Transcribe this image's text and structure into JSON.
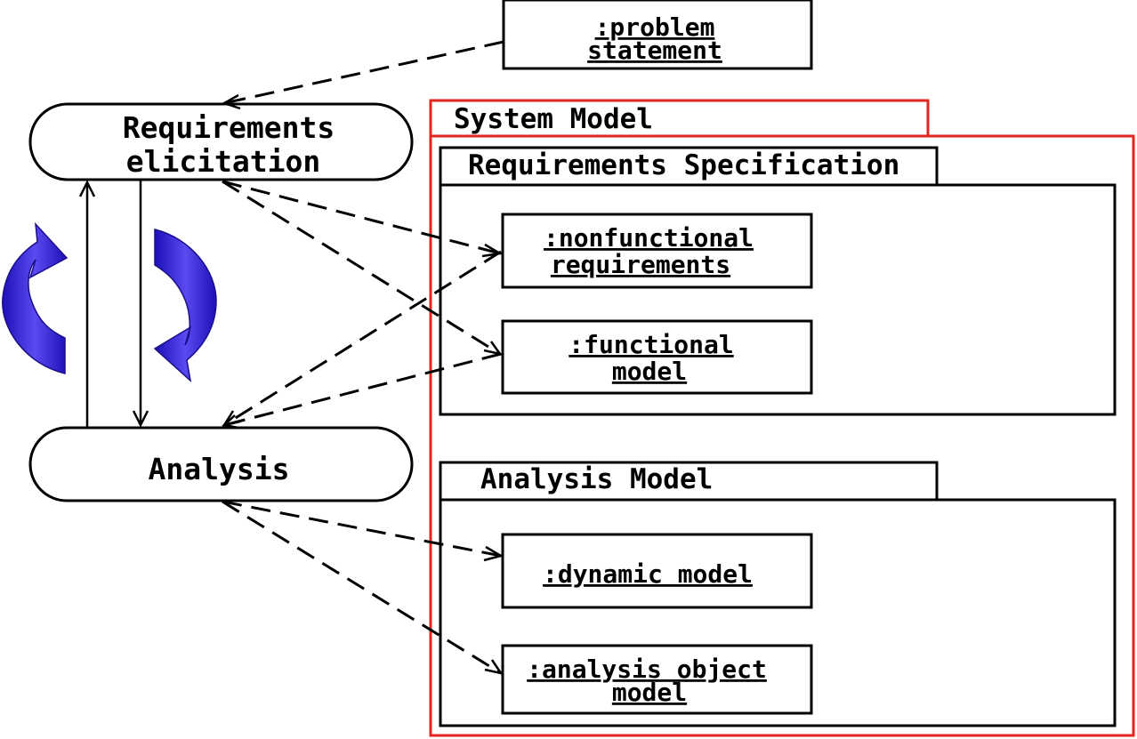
{
  "objects": {
    "problem_statement": [
      ":problem",
      "statement"
    ],
    "nonfunctional_requirements": [
      ":nonfunctional",
      "requirements"
    ],
    "functional_model": [
      ":functional",
      "model"
    ],
    "dynamic_model": [
      ":dynamic model"
    ],
    "analysis_object_model": [
      ":analysis object",
      "model"
    ]
  },
  "activities": {
    "requirements_elicitation": [
      "Requirements",
      "elicitation"
    ],
    "analysis": [
      "Analysis"
    ]
  },
  "packages": {
    "system_model": "System Model",
    "requirements_specification": "Requirements Specification",
    "analysis_model": "Analysis Model"
  },
  "colors": {
    "package_border": "#e3261f",
    "cycle_arrow": "#3a2ad6"
  }
}
